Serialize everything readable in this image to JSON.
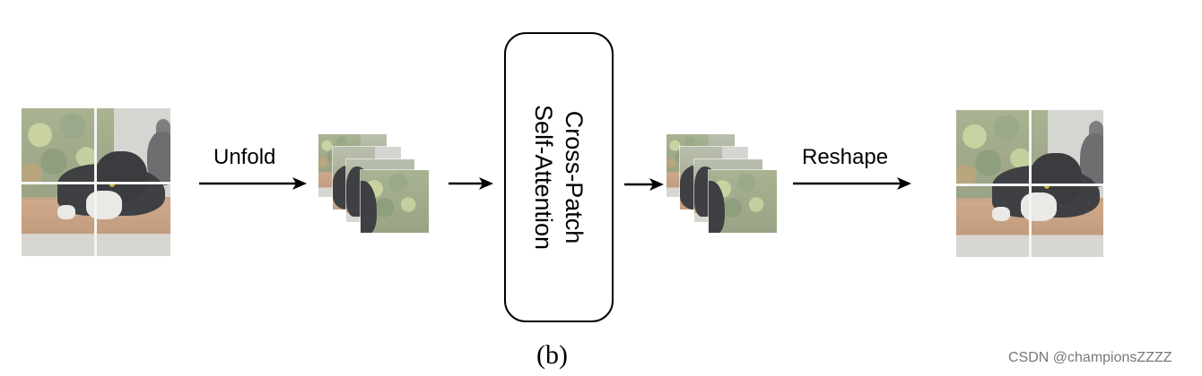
{
  "labels": {
    "unfold": "Unfold",
    "reshape": "Reshape",
    "attention_line1": "Cross-Patch",
    "attention_line2": "Self-Attention",
    "caption": "(b)",
    "watermark": "CSDN @championsZZZZ"
  },
  "colors": {
    "stroke": "#000000",
    "grid_line": "#f4f4f2",
    "watermark": "#777777"
  },
  "images": {
    "input": "cat-image",
    "output": "cat-image",
    "patches": "cat-image-patch"
  }
}
